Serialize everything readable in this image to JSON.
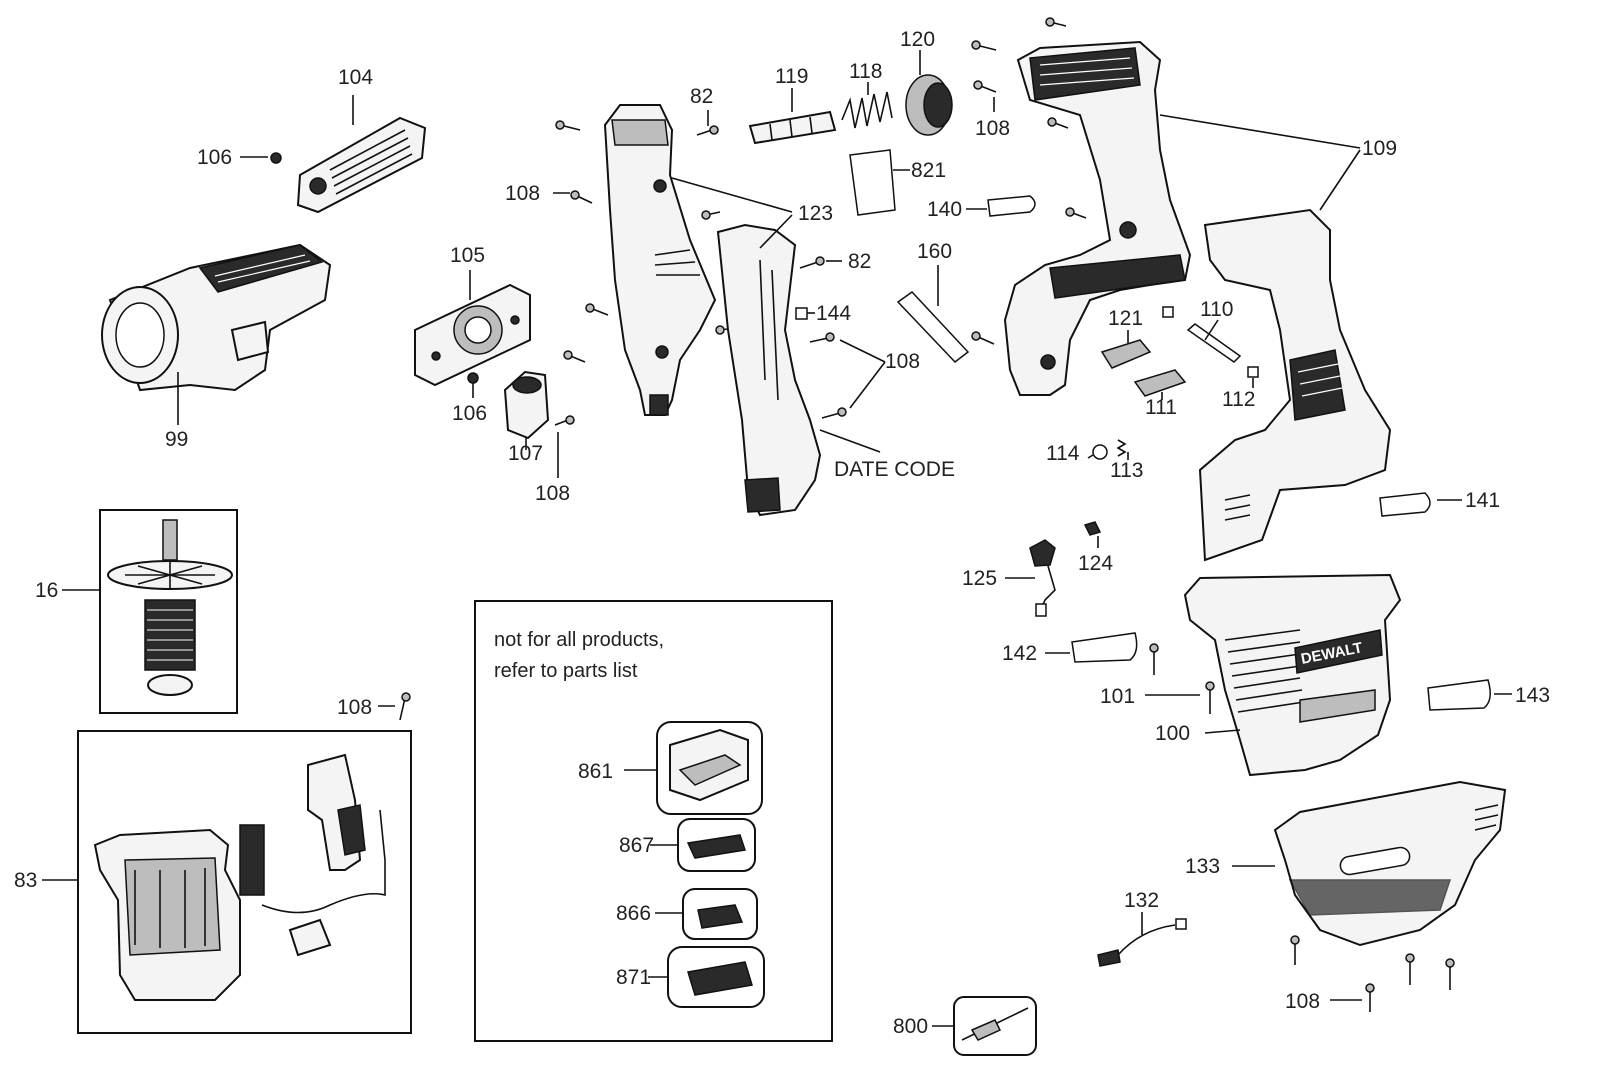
{
  "labels": {
    "p104": "104",
    "p106a": "106",
    "p99": "99",
    "p105": "105",
    "p106b": "106",
    "p107": "107",
    "p108a": "108",
    "p108b": "108",
    "p119": "119",
    "p118": "118",
    "p120": "120",
    "p82a": "82",
    "p82b": "82",
    "p821": "821",
    "p123": "123",
    "p144": "144",
    "p108c": "108",
    "p108d": "108",
    "p140": "140",
    "p160": "160",
    "p109": "109",
    "p110": "110",
    "p121": "121",
    "p111": "111",
    "p112": "112",
    "p114": "114",
    "p113": "113",
    "p141": "141",
    "p124": "124",
    "p125": "125",
    "p142": "142",
    "p101": "101",
    "p143": "143",
    "p100": "100",
    "p133": "133",
    "p132": "132",
    "p108e": "108",
    "p800": "800",
    "p16": "16",
    "p108f": "108",
    "p83": "83",
    "p861": "861",
    "p867": "867",
    "p866": "866",
    "p871": "871"
  },
  "date_code": "DATE CODE",
  "note": {
    "line1": "not for all products,",
    "line2": "refer to parts list"
  },
  "brand_mark": "DEWALT"
}
